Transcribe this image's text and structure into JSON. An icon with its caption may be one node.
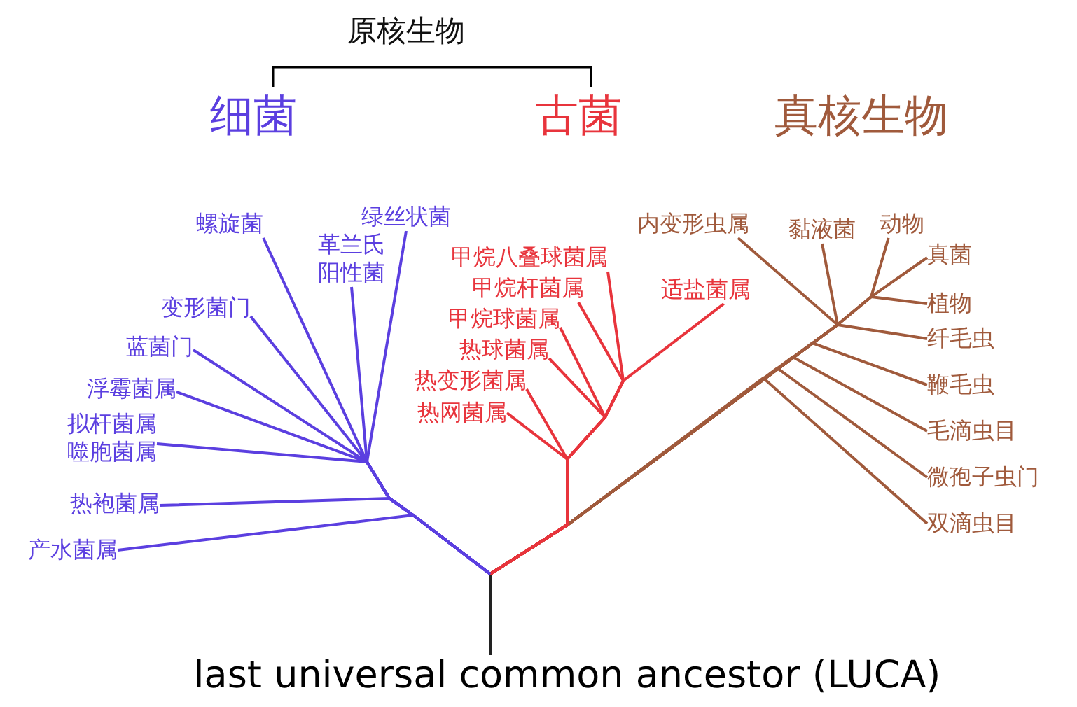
{
  "diagram": {
    "nodes": [
      {
        "text": [
          "绿丝状菌"
        ]
      },
      {
        "text": [
          "螺旋菌"
        ]
      },
      {
        "text": [
          "革兰氏阳性菌"
        ]
      },
      {
        "text": [
          "内变形虫属"
        ]
      },
      {
        "text": [
          "黏液菌"
        ]
      },
      {
        "text": [
          "动物"
        ]
      },
      {
        "text": [
          "甲烷八叠球菌属"
        ]
      },
      {
        "text": [
          "真菌"
        ]
      },
      {
        "text": [
          "甲烷杆菌属"
        ]
      },
      {
        "text": [
          "变形菌门"
        ]
      },
      {
        "text": [
          "适盐菌属"
        ]
      },
      {
        "text": [
          "植物"
        ]
      },
      {
        "text": [
          "甲烷球菌属"
        ]
      },
      {
        "text": [
          "纤毛虫"
        ]
      },
      {
        "text": [
          "蓝菌门"
        ]
      },
      {
        "text": [
          "热球菌属"
        ]
      },
      {
        "text": [
          "热变形菌属"
        ]
      },
      {
        "text": [
          "鞭毛虫"
        ]
      },
      {
        "text": [
          "浮霉菌属"
        ]
      },
      {
        "text": [
          "热网菌属"
        ]
      },
      {
        "text": [
          "毛滴虫目"
        ]
      },
      {
        "text": [
          "拟杆菌属",
          "噬胞菌属"
        ]
      },
      {
        "text": [
          "微孢子虫门"
        ]
      },
      {
        "text": [
          "热袍菌属"
        ]
      },
      {
        "text": [
          "双滴虫目"
        ]
      },
      {
        "text": [
          "产水菌属"
        ]
      },
      {
        "text": [
          "last universal common ancestor (LUCA)"
        ]
      }
    ],
    "edges": [
      {
        "from": 26,
        "to": 0,
        "arrow": "none",
        "color": "#5b3fe0"
      },
      {
        "from": 26,
        "to": 1,
        "arrow": "none",
        "color": "#5b3fe0"
      },
      {
        "from": 26,
        "to": 2,
        "arrow": "none",
        "color": "#5b3fe0"
      },
      {
        "from": 26,
        "to": 3,
        "arrow": "none"
      },
      {
        "from": 26,
        "to": 4,
        "arrow": "none"
      },
      {
        "from": 26,
        "to": 5,
        "arrow": "none"
      },
      {
        "from": 26,
        "to": 6,
        "arrow": "none",
        "color": "#e8343c"
      },
      {
        "from": 26,
        "to": 7,
        "arrow": "none"
      },
      {
        "from": 26,
        "to": 8,
        "arrow": "none",
        "color": "#e8343c"
      },
      {
        "from": 26,
        "to": 9,
        "arrow": "none",
        "color": "#5b3fe0"
      },
      {
        "from": 26,
        "to": 10,
        "arrow": "none",
        "color": "#e8343c"
      },
      {
        "from": 26,
        "to": 11,
        "arrow": "none"
      },
      {
        "from": 26,
        "to": 12,
        "arrow": "none",
        "color": "#e8343c"
      },
      {
        "from": 26,
        "to": 13,
        "arrow": "none"
      },
      {
        "from": 26,
        "to": 14,
        "arrow": "none",
        "color": "#5b3fe0"
      },
      {
        "from": 26,
        "to": 15,
        "arrow": "none",
        "color": "#e8343c"
      },
      {
        "from": 26,
        "to": 16,
        "arrow": "none",
        "color": "#e8343c"
      },
      {
        "from": 26,
        "to": 17,
        "arrow": "none"
      },
      {
        "from": 26,
        "to": 18,
        "arrow": "none",
        "color": "#5b3fe0"
      },
      {
        "from": 26,
        "to": 19,
        "arrow": "none",
        "color": "#e8343c"
      },
      {
        "from": 26,
        "to": 20,
        "arrow": "none"
      },
      {
        "from": 26,
        "to": 21,
        "arrow": "none",
        "color": "#5b3fe0"
      },
      {
        "from": 26,
        "to": 22,
        "arrow": "none"
      },
      {
        "from": 26,
        "to": 23,
        "arrow": "none",
        "color": "#5b3fe0"
      },
      {
        "from": 26,
        "to": 24,
        "arrow": "none"
      },
      {
        "from": 26,
        "to": 25,
        "arrow": "none",
        "color": "#5b3fe0"
      }
    ],
    "labels": [
      "原核生物",
      "细菌",
      "古菌",
      "真核生物"
    ]
  }
}
